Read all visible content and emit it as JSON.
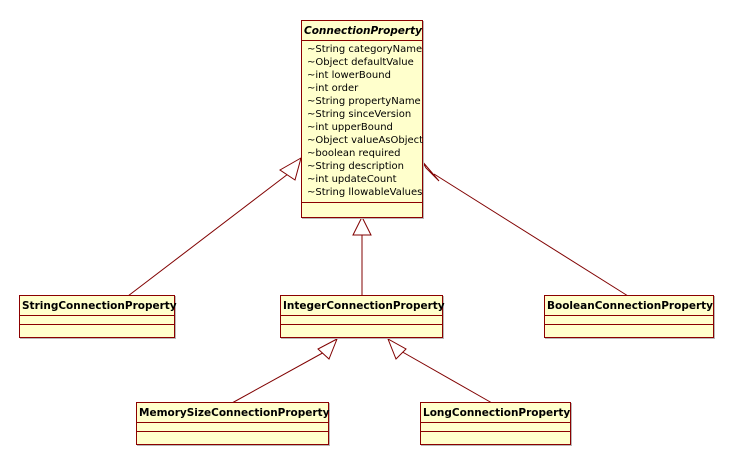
{
  "diagram": {
    "line_color": "#800000",
    "box_fill": "#ffffcc",
    "classes": {
      "connection_property": {
        "name": "ConnectionProperty",
        "abstract": true,
        "attributes": [
          "~String categoryName",
          "~Object defaultValue",
          "~int lowerBound",
          "~int order",
          "~String propertyName",
          "~String sinceVersion",
          "~int upperBound",
          "~Object valueAsObject",
          "~boolean required",
          "~String description",
          "~int updateCount",
          "~String llowableValues"
        ]
      },
      "string_connection_property": {
        "name": "StringConnectionProperty"
      },
      "integer_connection_property": {
        "name": "IntegerConnectionProperty"
      },
      "boolean_connection_property": {
        "name": "BooleanConnectionProperty"
      },
      "memory_size_connection_property": {
        "name": "MemorySizeConnectionProperty"
      },
      "long_connection_property": {
        "name": "LongConnectionProperty"
      }
    },
    "generalizations": [
      {
        "child": "StringConnectionProperty",
        "parent": "ConnectionProperty"
      },
      {
        "child": "IntegerConnectionProperty",
        "parent": "ConnectionProperty"
      },
      {
        "child": "BooleanConnectionProperty",
        "parent": "ConnectionProperty"
      },
      {
        "child": "MemorySizeConnectionProperty",
        "parent": "IntegerConnectionProperty"
      },
      {
        "child": "LongConnectionProperty",
        "parent": "IntegerConnectionProperty"
      }
    ]
  }
}
